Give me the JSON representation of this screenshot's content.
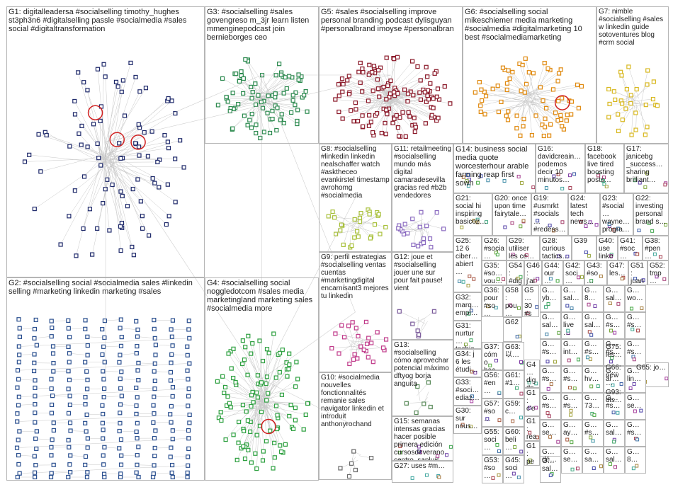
{
  "groups": [
    {
      "id": "G1",
      "label": "G1: digitalleadersa #socialselling timothy_hughes st3ph3n6 #digitalselling passle #socialmedia #sales social #digitaltransformation",
      "color": "#1f2a6b",
      "count": 95,
      "hubs": 3
    },
    {
      "id": "G2",
      "label": "G2: #socialselling social #socialmedia sales #linkedin selling #marketing linkedin marketing #sales",
      "color": "#2a4f8f",
      "count": 220,
      "hubs": 0
    },
    {
      "id": "G3",
      "label": "G3: #socialselling #sales govengreso m_3jr learn listen mmenginepodcast join bernieborges ceo",
      "color": "#2c8a4f",
      "count": 85,
      "hubs": 0
    },
    {
      "id": "G4",
      "label": "G4: #socialselling social noggledotcom #sales media marketingland marketing sales #socialmedia more",
      "color": "#2ea040",
      "count": 110,
      "hubs": 1
    },
    {
      "id": "G5",
      "label": "G5: #sales #socialselling improve personal branding podcast dylisguyan #personalbrand imoyse #personalbran",
      "color": "#8b1a2a",
      "count": 130,
      "hubs": 0
    },
    {
      "id": "G6",
      "label": "G6: #socialselling social mikeschiemer media marketing #socialmedia #digitalmarketing 10 best #socialmediamarketing",
      "color": "#e08a10",
      "count": 70,
      "hubs": 1
    },
    {
      "id": "G7",
      "label": "G7: nimble #socialselling #sales w linkedin guide sotoventures blog #crm social",
      "color": "#d8b820",
      "count": 30,
      "hubs": 0
    },
    {
      "id": "G8",
      "label": "G8: #socialselling #linkedin linkedin nealschaffer watch #asktheceo evankirstel timestamp avrohomg #socialmedia",
      "color": "#a8c03a",
      "count": 28,
      "hubs": 0
    },
    {
      "id": "G9",
      "label": "G9: perfil estrategias #socialselling ventas cuentas #marketingdigital encarnisant3 mejores tu linkedin",
      "color": "#c03a8a",
      "count": 26,
      "hubs": 0
    },
    {
      "id": "G10",
      "label": "G10: #socialmedia nouvelles fonctionnalités remanie sales navigator linkedin et introduit anthonyrochand",
      "color": "#6a6a6a",
      "count": 6,
      "hubs": 0
    },
    {
      "id": "G11",
      "label": "G11: retailmeeting #socialselling mundo más digital camaradesevilla gracias red #b2b vendedores",
      "color": "#8a6ac0",
      "count": 20,
      "hubs": 0
    },
    {
      "id": "G12",
      "label": "G12: joue et #socialselling jouer une sur pour fait pause! vient",
      "color": "#7a5a9a",
      "count": 6,
      "hubs": 0
    },
    {
      "id": "G13",
      "label": "G13: #socialselling cómo aprovechar potencial máximo dftyog borja anguita",
      "color": "#5a8a5a",
      "count": 6,
      "hubs": 0
    },
    {
      "id": "G14",
      "label": "G14: business social media quote worcesterhour arable farming reap first sown",
      "color": "#555555",
      "count": 0,
      "hubs": 0
    },
    {
      "id": "G15",
      "label": "G15: semanas intensas gracias hacer posible primera edición cursosdeverano centro_sanluis",
      "color": "#555555",
      "count": 0,
      "hubs": 0
    },
    {
      "id": "G16",
      "label": "G16: davidcreain… podemos decir 10 minutos…",
      "color": "#555555",
      "count": 0,
      "hubs": 0
    },
    {
      "id": "G17",
      "label": "G17: janicebg _success… sharing brilliant…",
      "color": "#555555",
      "count": 0,
      "hubs": 0
    },
    {
      "id": "G18",
      "label": "G18: facebook live tired boosting posts…",
      "color": "#555555",
      "count": 0,
      "hubs": 0
    },
    {
      "id": "G19",
      "label": "G19: #usmrkt #socials… #redess…",
      "color": "#555555",
      "count": 0,
      "hubs": 0
    },
    {
      "id": "G20",
      "label": "G20: once upon time fairytale…",
      "color": "#555555",
      "count": 0,
      "hubs": 0
    },
    {
      "id": "G21",
      "label": "G21: social hi inspiring basicoz…",
      "color": "#555555",
      "count": 0,
      "hubs": 0
    },
    {
      "id": "G22",
      "label": "G22: investing personal brand s…",
      "color": "#555555",
      "count": 0,
      "hubs": 0
    },
    {
      "id": "G23",
      "label": "G23: #social… wayne… progra…",
      "color": "#555555",
      "count": 0,
      "hubs": 0
    },
    {
      "id": "G24",
      "label": "G24: latest tech news…",
      "color": "#555555",
      "count": 0,
      "hubs": 0
    },
    {
      "id": "G25",
      "label": "G25: 12 6 ciber… abiert…",
      "color": "#555555",
      "count": 0,
      "hubs": 0
    },
    {
      "id": "G26",
      "label": "G26: #socia… world…",
      "color": "#555555",
      "count": 0,
      "hubs": 0
    },
    {
      "id": "G27",
      "label": "G27: uses #m…",
      "color": "#555555",
      "count": 0,
      "hubs": 0
    },
    {
      "id": "G28",
      "label": "G28: curious tactics…",
      "color": "#555555",
      "count": 0,
      "hubs": 0
    },
    {
      "id": "G29",
      "label": "G29: utiliser les ce…",
      "color": "#555555",
      "count": 0,
      "hubs": 0
    },
    {
      "id": "G30",
      "label": "G30: sur nous…",
      "color": "#555555",
      "count": 0,
      "hubs": 0
    },
    {
      "id": "G31",
      "label": "G31: nurtur… techie…",
      "color": "#555555",
      "count": 0,
      "hubs": 0
    },
    {
      "id": "G32",
      "label": "G32: marq… empl…",
      "color": "#555555",
      "count": 0,
      "hubs": 0
    },
    {
      "id": "G33",
      "label": "G33: #soci… ediaz…",
      "color": "#555555",
      "count": 0,
      "hubs": 0
    },
    {
      "id": "G34",
      "label": "G34: j 6 les étudi…",
      "color": "#555555",
      "count": 0,
      "hubs": 0
    },
    {
      "id": "G35",
      "label": "G35: #so… vou…",
      "color": "#555555",
      "count": 0,
      "hubs": 0
    },
    {
      "id": "G36",
      "label": "G36: pour #so…",
      "color": "#555555",
      "count": 0,
      "hubs": 0
    },
    {
      "id": "G37",
      "label": "G37: cómo hac…",
      "color": "#555555",
      "count": 0,
      "hubs": 0
    },
    {
      "id": "G38",
      "label": "G38: #pen… #soc…",
      "color": "#555555",
      "count": 0,
      "hubs": 0
    },
    {
      "id": "G39",
      "label": "G39",
      "color": "#555555",
      "count": 0,
      "hubs": 0
    },
    {
      "id": "G40",
      "label": "G40: use linke…",
      "color": "#555555",
      "count": 0,
      "hubs": 0
    },
    {
      "id": "G41",
      "label": "G41: #soc… huge…",
      "color": "#555555",
      "count": 0,
      "hubs": 0
    },
    {
      "id": "G42",
      "label": "G42: soci…",
      "color": "#555555",
      "count": 0,
      "hubs": 0
    },
    {
      "id": "G43",
      "label": "G43: #so…",
      "color": "#555555",
      "count": 0,
      "hubs": 0
    },
    {
      "id": "G44",
      "label": "G44: our…",
      "color": "#555555",
      "count": 0,
      "hubs": 0
    },
    {
      "id": "G45",
      "label": "G45: soci…",
      "color": "#555555",
      "count": 0,
      "hubs": 0
    },
    {
      "id": "G46",
      "label": "G46: j'ai…",
      "color": "#555555",
      "count": 0,
      "hubs": 0
    },
    {
      "id": "G47",
      "label": "G47: les…",
      "color": "#555555",
      "count": 0,
      "hubs": 0
    },
    {
      "id": "G48",
      "label": "G48",
      "color": "#555555",
      "count": 0,
      "hubs": 0
    },
    {
      "id": "G49",
      "label": "G4… dig #s…",
      "color": "#555555",
      "count": 0,
      "hubs": 0
    },
    {
      "id": "G51",
      "label": "G51: juan…",
      "color": "#555555",
      "count": 0,
      "hubs": 0
    },
    {
      "id": "G52",
      "label": "G52: tmp…",
      "color": "#555555",
      "count": 0,
      "hubs": 0
    },
    {
      "id": "G53",
      "label": "G53: #so…",
      "color": "#555555",
      "count": 0,
      "hubs": 0
    },
    {
      "id": "G54",
      "label": "G54: #dig…",
      "color": "#555555",
      "count": 0,
      "hubs": 0
    },
    {
      "id": "G55",
      "label": "G55: soci…",
      "color": "#555555",
      "count": 0,
      "hubs": 0
    },
    {
      "id": "G56",
      "label": "G56: #en…",
      "color": "#555555",
      "count": 0,
      "hubs": 0
    },
    {
      "id": "G57",
      "label": "G57: #so…",
      "color": "#555555",
      "count": 0,
      "hubs": 0
    },
    {
      "id": "G58",
      "label": "G58: pou…",
      "color": "#555555",
      "count": 0,
      "hubs": 0
    },
    {
      "id": "G59",
      "label": "G59: c…",
      "color": "#555555",
      "count": 0,
      "hubs": 0
    },
    {
      "id": "G60",
      "label": "G60: beli…",
      "color": "#555555",
      "count": 0,
      "hubs": 0
    },
    {
      "id": "G61",
      "label": "G61: #1…",
      "color": "#555555",
      "count": 0,
      "hubs": 0
    },
    {
      "id": "G62",
      "label": "G62",
      "color": "#555555",
      "count": 0,
      "hubs": 0
    },
    {
      "id": "G63",
      "label": "G63: 以…",
      "color": "#555555",
      "count": 0,
      "hubs": 0
    },
    {
      "id": "G5x",
      "label": "G5… 30 #s…",
      "color": "#555555",
      "count": 0,
      "hubs": 0
    },
    {
      "id": "G65",
      "label": "G65: jo…",
      "color": "#555555",
      "count": 0,
      "hubs": 0
    },
    {
      "id": "G66",
      "label": "G66: new…",
      "color": "#555555",
      "count": 0,
      "hubs": 0
    },
    {
      "id": "G75",
      "label": "G75: les…",
      "color": "#555555",
      "count": 0,
      "hubs": 0
    },
    {
      "id": "G93",
      "label": "G93: dis…",
      "color": "#555555",
      "count": 0,
      "hubs": 0
    },
    {
      "id": "G1x",
      "label": "G1: c'e…",
      "color": "#555555",
      "count": 0,
      "hubs": 0
    },
    {
      "id": "G1y",
      "label": "G1: rea…",
      "color": "#555555",
      "count": 0,
      "hubs": 0
    },
    {
      "id": "G1z",
      "label": "G1: pe…",
      "color": "#555555",
      "count": 0,
      "hubs": 0
    },
    {
      "id": "Ga1",
      "label": "G… yb…",
      "color": "#555555",
      "count": 0,
      "hubs": 0
    },
    {
      "id": "Ga2",
      "label": "G… sal…",
      "color": "#555555",
      "count": 0,
      "hubs": 0
    },
    {
      "id": "Ga3",
      "label": "G… 8…",
      "color": "#555555",
      "count": 0,
      "hubs": 0
    },
    {
      "id": "Ga4",
      "label": "G… sal…",
      "color": "#555555",
      "count": 0,
      "hubs": 0
    },
    {
      "id": "Ga5",
      "label": "G… wo…",
      "color": "#555555",
      "count": 0,
      "hubs": 0
    },
    {
      "id": "Ga6",
      "label": "G… sal…",
      "color": "#555555",
      "count": 0,
      "hubs": 0
    },
    {
      "id": "Ga7",
      "label": "G… live…",
      "color": "#555555",
      "count": 0,
      "hubs": 0
    },
    {
      "id": "Ga8",
      "label": "G… sal…",
      "color": "#555555",
      "count": 0,
      "hubs": 0
    },
    {
      "id": "Ga9",
      "label": "G… #s…",
      "color": "#555555",
      "count": 0,
      "hubs": 0
    },
    {
      "id": "Gb1",
      "label": "G… #s…",
      "color": "#555555",
      "count": 0,
      "hubs": 0
    },
    {
      "id": "Gb2",
      "label": "G… #s…",
      "color": "#555555",
      "count": 0,
      "hubs": 0
    },
    {
      "id": "Gb3",
      "label": "G… int…",
      "color": "#555555",
      "count": 0,
      "hubs": 0
    },
    {
      "id": "Gb4",
      "label": "G… #s…",
      "color": "#555555",
      "count": 0,
      "hubs": 0
    },
    {
      "id": "Gb5",
      "label": "G… #s…",
      "color": "#555555",
      "count": 0,
      "hubs": 0
    },
    {
      "id": "Gb6",
      "label": "G… #s…",
      "color": "#555555",
      "count": 0,
      "hubs": 0
    },
    {
      "id": "Gb7",
      "label": "G… #s…",
      "color": "#555555",
      "count": 0,
      "hubs": 0
    },
    {
      "id": "Gb8",
      "label": "G… #s…",
      "color": "#555555",
      "count": 0,
      "hubs": 0
    },
    {
      "id": "Gb9",
      "label": "G… hv…",
      "color": "#555555",
      "count": 0,
      "hubs": 0
    },
    {
      "id": "Gc1",
      "label": "G… ár…",
      "color": "#555555",
      "count": 0,
      "hubs": 0
    },
    {
      "id": "Gc2",
      "label": "G… lin…",
      "color": "#555555",
      "count": 0,
      "hubs": 0
    },
    {
      "id": "Gc3",
      "label": "G… #s…",
      "color": "#555555",
      "count": 0,
      "hubs": 0
    },
    {
      "id": "Gc4",
      "label": "G… #s…",
      "color": "#555555",
      "count": 0,
      "hubs": 0
    },
    {
      "id": "Gc5",
      "label": "G… 73…",
      "color": "#555555",
      "count": 0,
      "hubs": 0
    },
    {
      "id": "Gc6",
      "label": "G… #s…",
      "color": "#555555",
      "count": 0,
      "hubs": 0
    },
    {
      "id": "Gc7",
      "label": "G… se…",
      "color": "#555555",
      "count": 0,
      "hubs": 0
    },
    {
      "id": "Gc8",
      "label": "G… se…",
      "color": "#555555",
      "count": 0,
      "hubs": 0
    },
    {
      "id": "Gc9",
      "label": "G… ay…",
      "color": "#555555",
      "count": 0,
      "hubs": 0
    },
    {
      "id": "Gd1",
      "label": "G… #s…",
      "color": "#555555",
      "count": 0,
      "hubs": 0
    },
    {
      "id": "Gd2",
      "label": "G… sal…",
      "color": "#555555",
      "count": 0,
      "hubs": 0
    },
    {
      "id": "Gd3",
      "label": "G… #s…",
      "color": "#555555",
      "count": 0,
      "hubs": 0
    },
    {
      "id": "Gd4",
      "label": "G… dé…",
      "color": "#555555",
      "count": 0,
      "hubs": 0
    },
    {
      "id": "Gd5",
      "label": "G… se…",
      "color": "#555555",
      "count": 0,
      "hubs": 0
    },
    {
      "id": "Gd6",
      "label": "G… sa…",
      "color": "#555555",
      "count": 0,
      "hubs": 0
    },
    {
      "id": "Gd7",
      "label": "G… sal…",
      "color": "#555555",
      "count": 0,
      "hubs": 0
    },
    {
      "id": "Gd8",
      "label": "G… 8…",
      "color": "#555555",
      "count": 0,
      "hubs": 0
    },
    {
      "id": "Gd9",
      "label": "G… sal…",
      "color": "#555555",
      "count": 0,
      "hubs": 0
    }
  ]
}
